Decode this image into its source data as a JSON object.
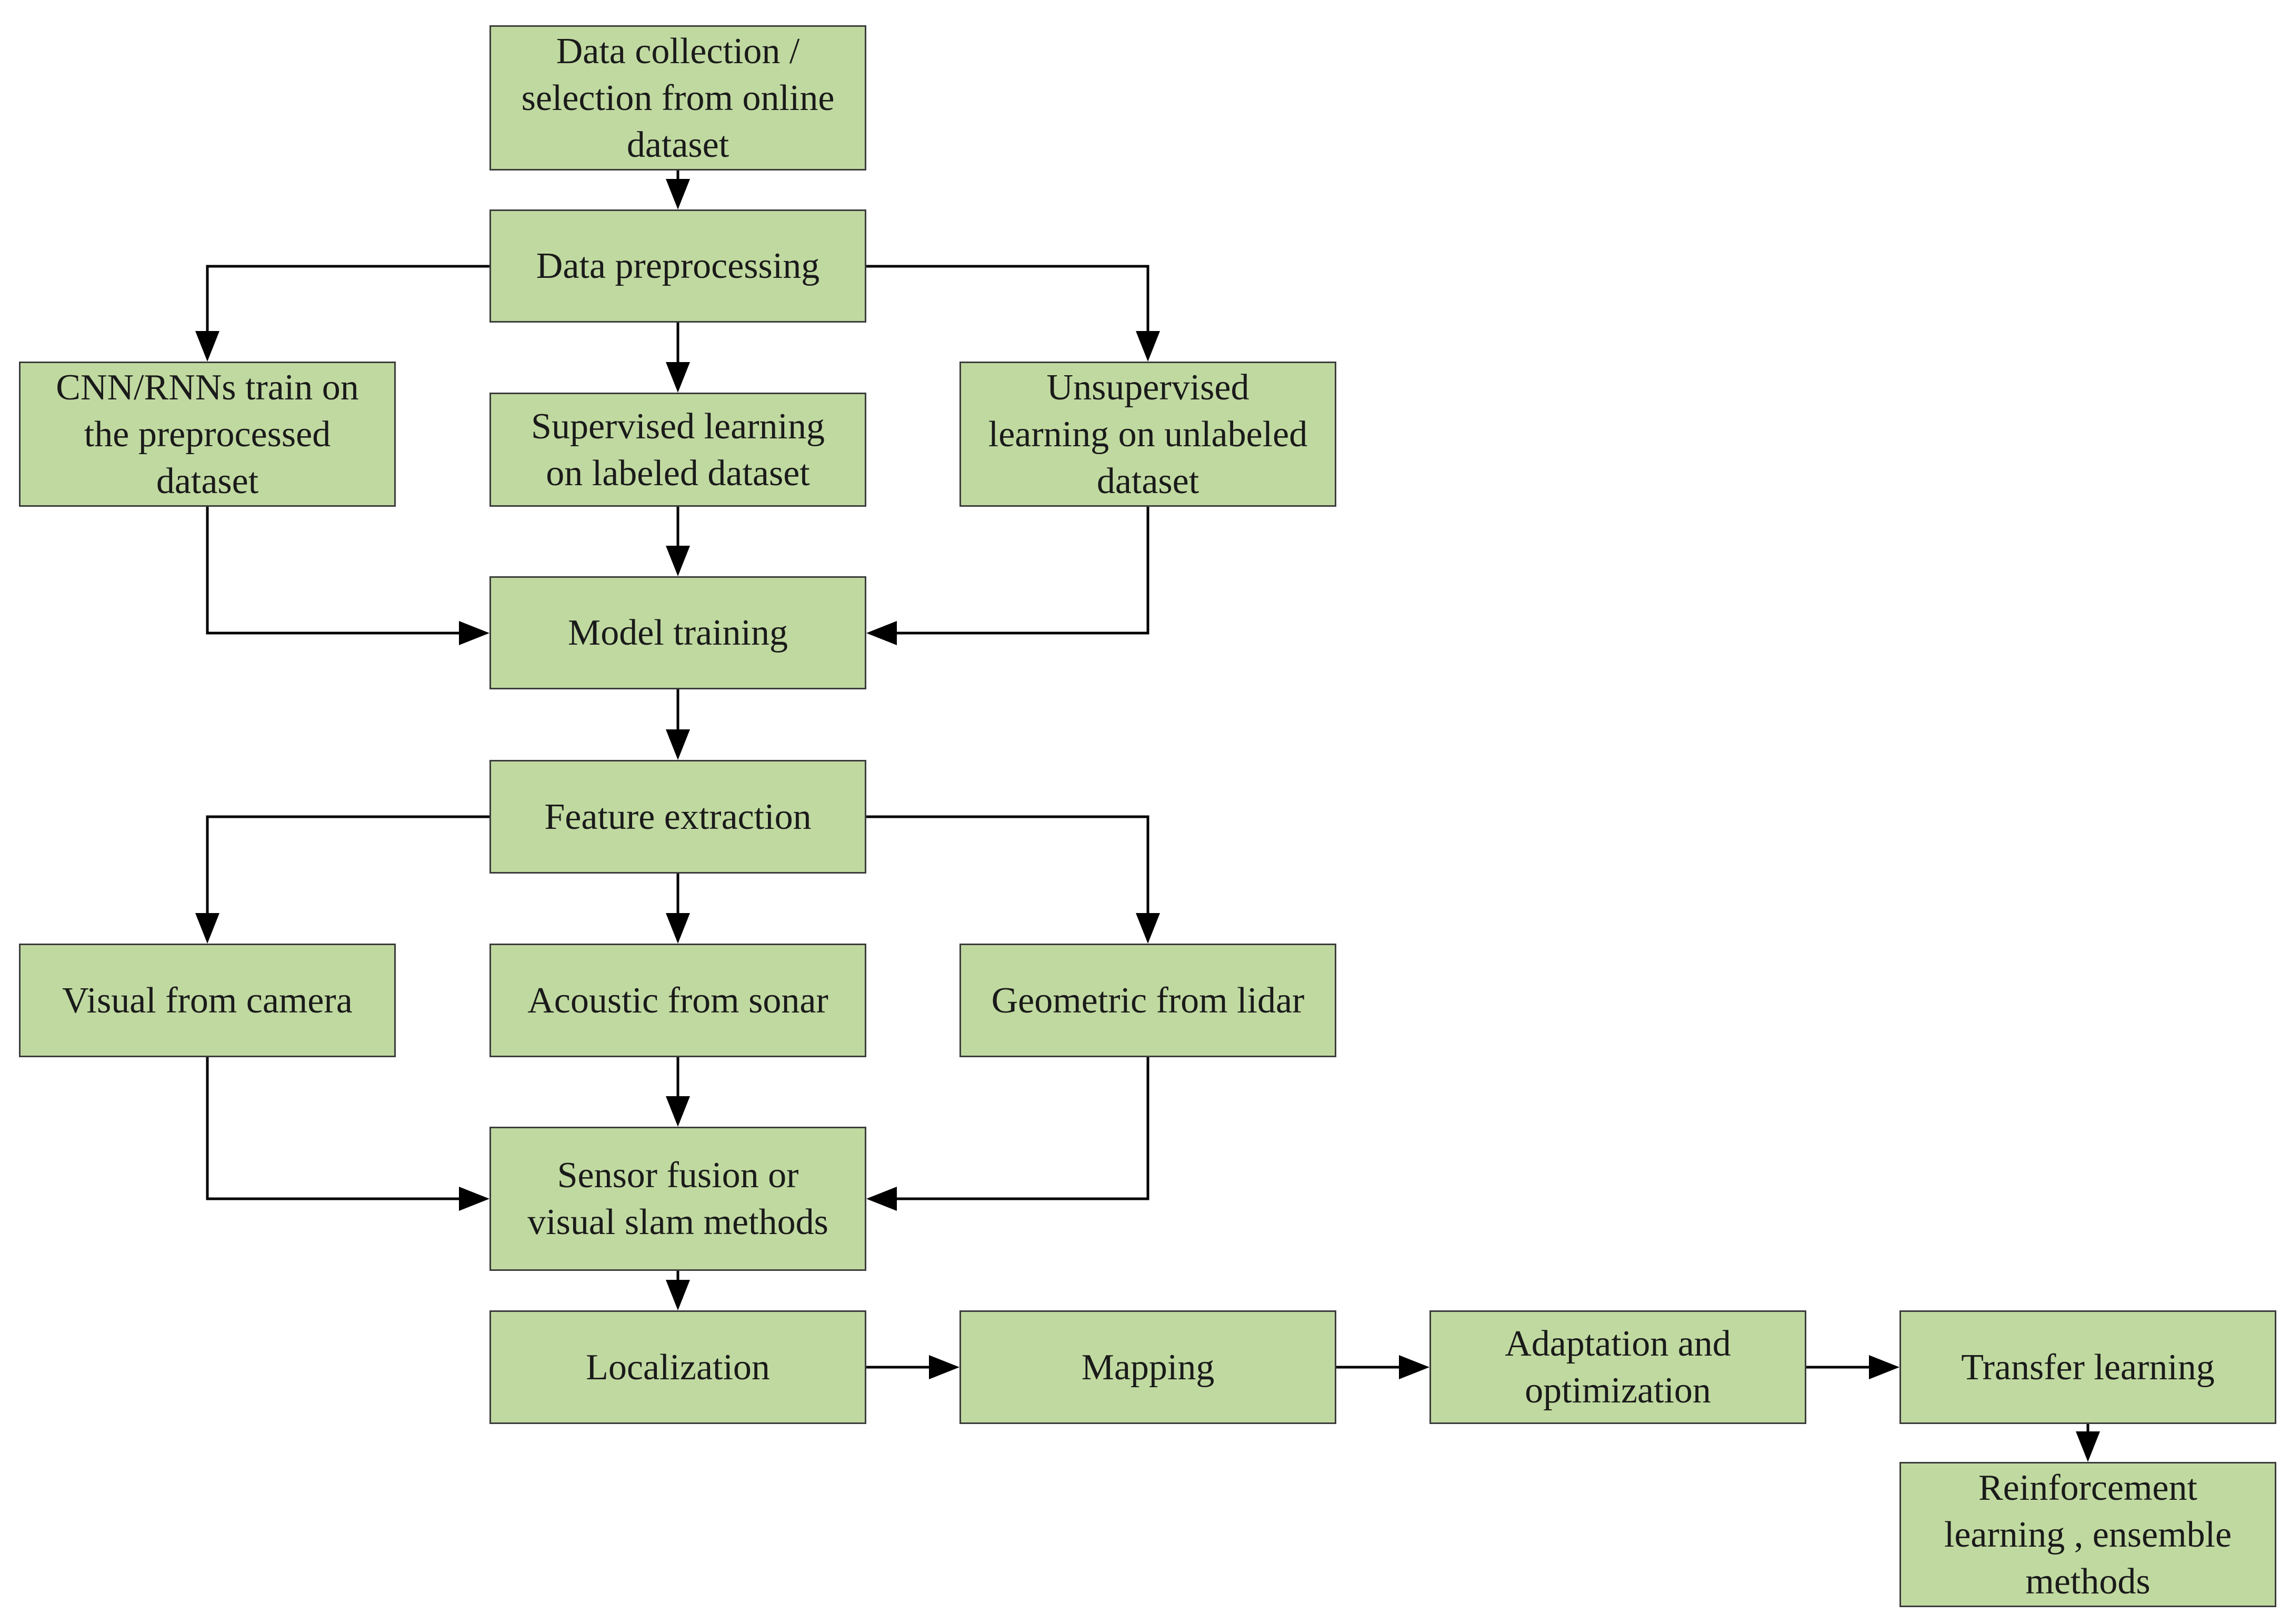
{
  "colors": {
    "box_fill": "#c0d9a0",
    "box_border": "#3c3c3c",
    "line": "#000000"
  },
  "nodes": {
    "data_collection": "Data collection /\nselection from online\ndataset",
    "data_preprocessing": "Data preprocessing",
    "cnn_rnn": "CNN/RNNs train on\nthe preprocessed\ndataset",
    "supervised": "Supervised learning\non labeled dataset",
    "unsupervised": "Unsupervised\nlearning on unlabeled\ndataset",
    "model_training": "Model training",
    "feature_extraction": "Feature extraction",
    "visual_camera": "Visual from camera",
    "acoustic_sonar": "Acoustic from sonar",
    "geometric_lidar": "Geometric from lidar",
    "sensor_fusion": "Sensor fusion or\nvisual slam methods",
    "localization": "Localization",
    "mapping": "Mapping",
    "adaptation": "Adaptation and\noptimization",
    "transfer_learning": "Transfer learning",
    "reinforcement": "Reinforcement\nlearning , ensemble\nmethods"
  }
}
